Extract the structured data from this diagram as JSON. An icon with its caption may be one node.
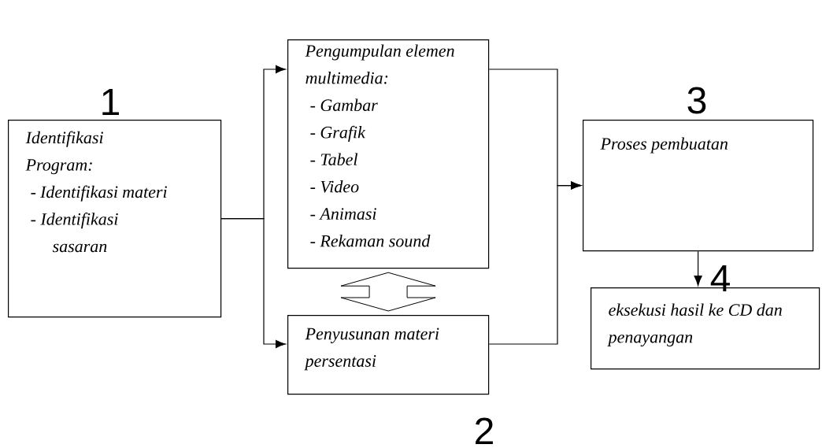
{
  "diagram": {
    "nodes": [
      {
        "text": [
          "Identifikasi Program:",
          "- Identifikasi materi",
          "- Identifikasi sasaran"
        ]
      },
      {
        "text": [
          "Pengumpulan elemen multimedia:",
          "- Gambar",
          "- Grafik",
          "- Tabel",
          "- Video",
          "- Animasi",
          "- Rekaman sound"
        ]
      },
      {
        "text": [
          "Penyusunan materi persentasi"
        ]
      },
      {
        "text": [
          "Proses pembuatan"
        ]
      },
      {
        "text": [
          "eksekusi hasil ke CD dan penayangan"
        ]
      }
    ],
    "edges": [
      {
        "from": 0,
        "to": 1,
        "arrow": "to"
      },
      {
        "from": 0,
        "to": 2,
        "arrow": "to"
      },
      {
        "from": 1,
        "to": 2,
        "arrow": "both"
      },
      {
        "from": 1,
        "to": 3,
        "arrow": "to"
      },
      {
        "from": 2,
        "to": 3,
        "arrow": "to"
      },
      {
        "from": 3,
        "to": 4,
        "arrow": "to"
      }
    ],
    "labels": [
      "1",
      "3",
      "4",
      "2"
    ]
  }
}
